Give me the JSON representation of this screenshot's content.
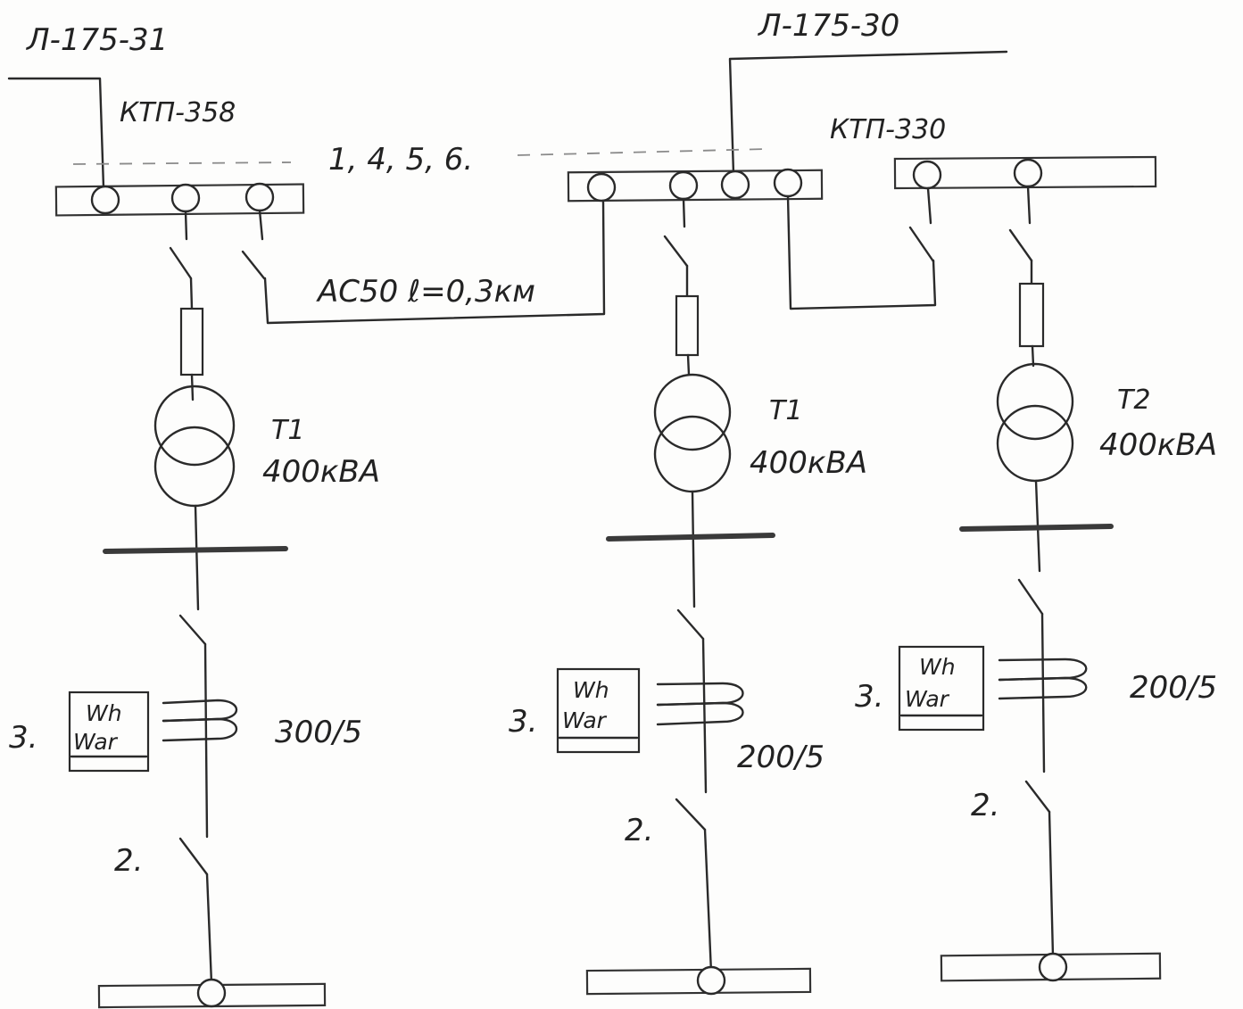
{
  "labels": {
    "line_left": "Л-175-31",
    "line_mid": "Л-175-30",
    "ktp_left": "КТП-358",
    "ktp_right": "КТП-330",
    "sections": "1, 4, 5, 6.",
    "cable": "АС50   ℓ=0,3км",
    "tr_left_name": "Т1",
    "tr_left_rating": "400кВА",
    "tr_mid_name": "Т1",
    "tr_mid_rating": "400кВА",
    "tr_right_name": "Т2",
    "tr_right_rating": "400кВА",
    "meter_wh": "Wh",
    "meter_var": "War",
    "ct_left": "300/5",
    "ct_mid": "200/5",
    "ct_right": "200/5",
    "num_3": "3.",
    "num_2": "2."
  }
}
